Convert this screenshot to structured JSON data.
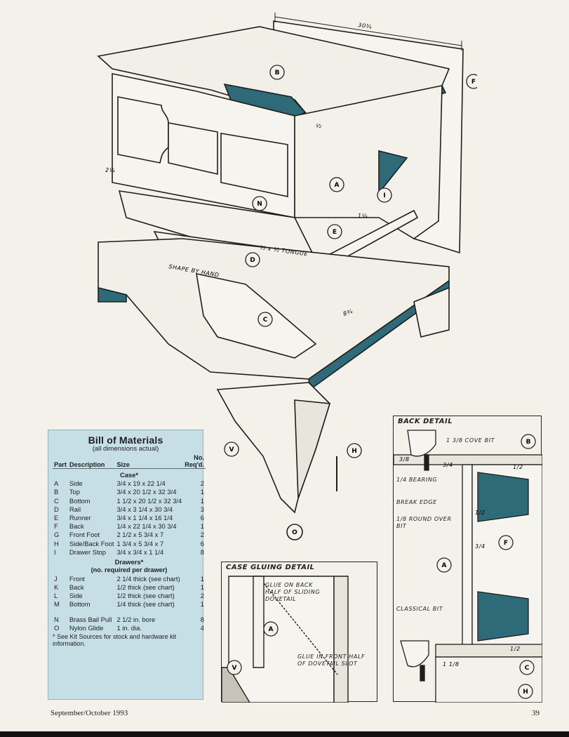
{
  "drawing": {
    "dim_width": "30¾",
    "dim_depth": "8¾",
    "dim_small_a": "2¼",
    "dim_small_b": "1¼",
    "dim_small_c": "½",
    "note_tongue": "½ x ½ TONGUE",
    "note_shape": "SHAPE BY HAND",
    "callouts": [
      "B",
      "F",
      "A",
      "N",
      "I",
      "E",
      "D",
      "C",
      "V",
      "H",
      "O"
    ]
  },
  "bom": {
    "title": "Bill of Materials",
    "subtitle": "(all dimensions actual)",
    "headers": {
      "part": "Part",
      "description": "Description",
      "size": "Size",
      "req": "No. Req'd."
    },
    "case_label": "Case*",
    "case_rows": [
      {
        "part": "A",
        "description": "Side",
        "size": "3/4 x 19 x 22 1/4",
        "req": "2"
      },
      {
        "part": "B",
        "description": "Top",
        "size": "3/4 x 20 1/2 x 32 3/4",
        "req": "1"
      },
      {
        "part": "C",
        "description": "Bottom",
        "size": "1 1/2 x 20 1/2 x 32 3/4",
        "req": "1"
      },
      {
        "part": "D",
        "description": "Rail",
        "size": "3/4 x 3 1/4 x 30 3/4",
        "req": "3"
      },
      {
        "part": "E",
        "description": "Runner",
        "size": "3/4 x 1 1/4 x 16 1/4",
        "req": "6"
      },
      {
        "part": "F",
        "description": "Back",
        "size": "1/4 x 22 1/4 x 30 3/4",
        "req": "1"
      },
      {
        "part": "G",
        "description": "Front Foot",
        "size": "2 1/2 x 5 3/4 x 7",
        "req": "2"
      },
      {
        "part": "H",
        "description": "Side/Back Foot",
        "size": "1 3/4 x 5 3/4 x 7",
        "req": "6"
      },
      {
        "part": "I",
        "description": "Drawer Stop",
        "size": "3/4 x 3/4 x 1 1/4",
        "req": "8"
      }
    ],
    "drawers_label": "Drawers*",
    "drawers_sub": "(no. required per drawer)",
    "drawer_rows": [
      {
        "part": "J",
        "description": "Front",
        "size": "2 1/4 thick (see chart)",
        "req": "1"
      },
      {
        "part": "K",
        "description": "Back",
        "size": "1/2 thick (see chart)",
        "req": "1"
      },
      {
        "part": "L",
        "description": "Side",
        "size": "1/2 thick (see chart)",
        "req": "2"
      },
      {
        "part": "M",
        "description": "Bottom",
        "size": "1/4 thick (see chart)",
        "req": "1"
      }
    ],
    "hardware_rows": [
      {
        "part": "N",
        "description": "Brass Bail Pull",
        "size": "2 1/2 in. bore",
        "req": "8"
      },
      {
        "part": "O",
        "description": "Nylon Glide",
        "size": "1 in. dia.",
        "req": "4"
      }
    ],
    "footnote": "* See Kit Sources for stock and hardware kit information."
  },
  "case_gluing": {
    "title": "CASE GLUING DETAIL",
    "note1": "GLUE ON BACK HALF OF SLIDING DOVETAIL",
    "note2": "GLUE IN FRONT HALF OF DOVETAIL SLOT",
    "callouts": [
      "A",
      "V"
    ]
  },
  "back_detail": {
    "title": "BACK DETAIL",
    "note_cove": "1 3/8 COVE BIT",
    "note_bearing": "1/4 BEARING",
    "note_break": "BREAK EDGE",
    "note_round": "1/8 ROUND OVER BIT",
    "note_classical": "CLASSICAL BIT",
    "dims": [
      "3/8",
      "3/4",
      "1/2",
      "1/2",
      "3/4",
      "1 1/8",
      "1/2"
    ],
    "callouts": [
      "B",
      "F",
      "A",
      "C",
      "H"
    ]
  },
  "footer": {
    "issue": "September/October 1993",
    "page": "39"
  },
  "colors": {
    "ink": "#1e1e1e",
    "teal": "#2e6a78",
    "table_bg": "#c6dfe6",
    "paper": "#f3f1ea"
  }
}
